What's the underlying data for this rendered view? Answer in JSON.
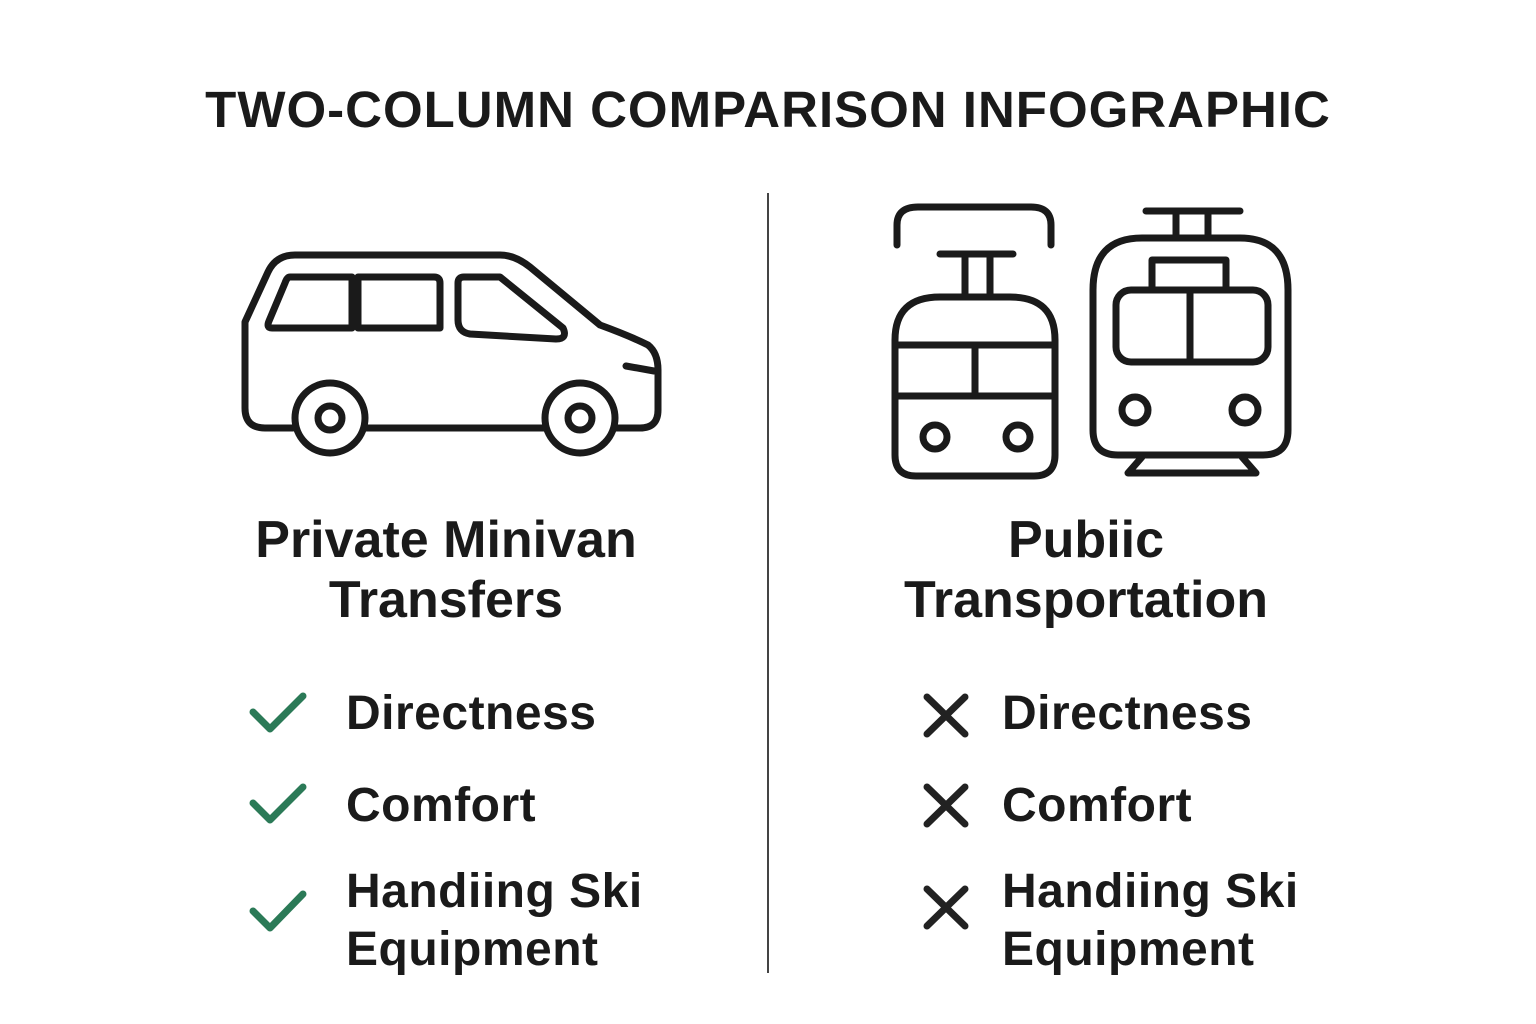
{
  "title": "TWO-COLUMN COMPARISON INFOGRAPHIC",
  "colors": {
    "check": "#2b7a57",
    "cross": "#222222",
    "text": "#1a1a1a"
  },
  "left": {
    "icon": "minivan-icon",
    "heading_line1": "Private Minivan",
    "heading_line2": "Transfers",
    "items": [
      {
        "mark": "check",
        "line1": "Directness",
        "line2": ""
      },
      {
        "mark": "check",
        "line1": "Comfort",
        "line2": ""
      },
      {
        "mark": "check",
        "line1": "Handiing Ski",
        "line2": "Equipment"
      }
    ]
  },
  "right": {
    "icon": "tram-train-icon",
    "heading_line1": "Pubiic",
    "heading_line2": "Transportation",
    "items": [
      {
        "mark": "cross",
        "line1": "Directness",
        "line2": ""
      },
      {
        "mark": "cross",
        "line1": "Comfort",
        "line2": ""
      },
      {
        "mark": "cross",
        "line1": "Handiing Ski",
        "line2": "Equipment"
      }
    ]
  }
}
